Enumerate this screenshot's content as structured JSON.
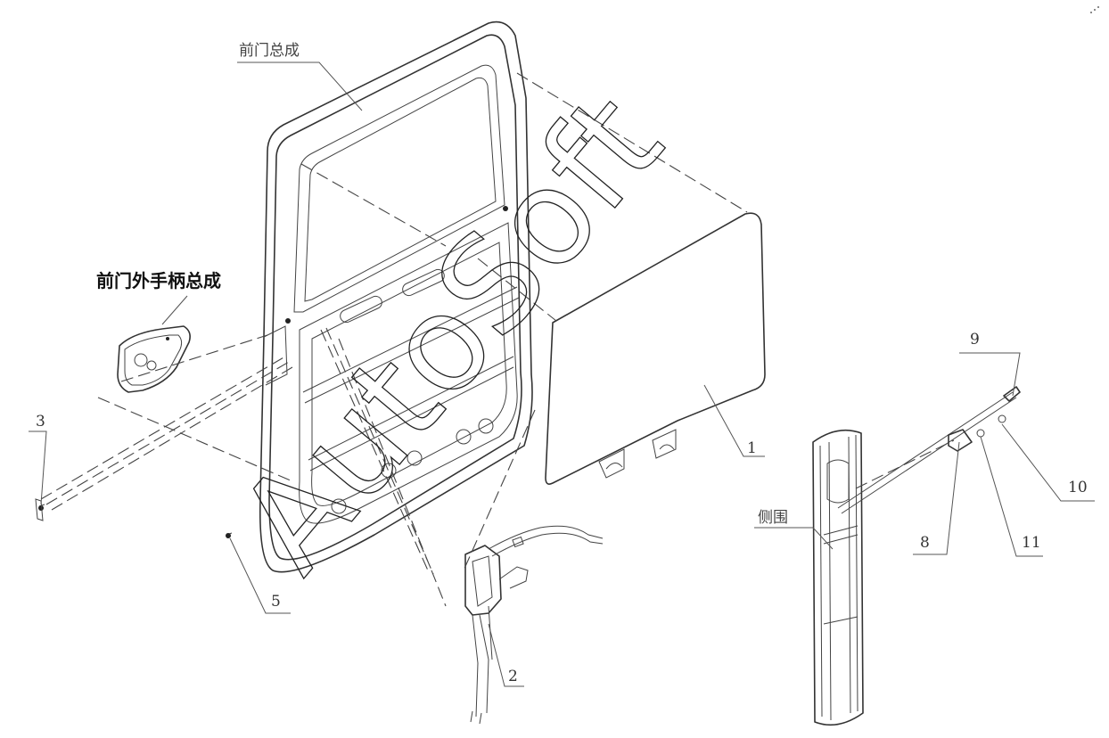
{
  "diagram": {
    "labels": {
      "front_door_assembly": "前门总成",
      "outer_handle_assembly": "前门外手柄总成",
      "side_panel": "侧围",
      "callout_1": "1",
      "callout_2": "2",
      "callout_3": "3",
      "callout_5": "5",
      "callout_8": "8",
      "callout_9": "9",
      "callout_10": "10",
      "callout_11": "11"
    },
    "watermark": "AutoSoft"
  }
}
